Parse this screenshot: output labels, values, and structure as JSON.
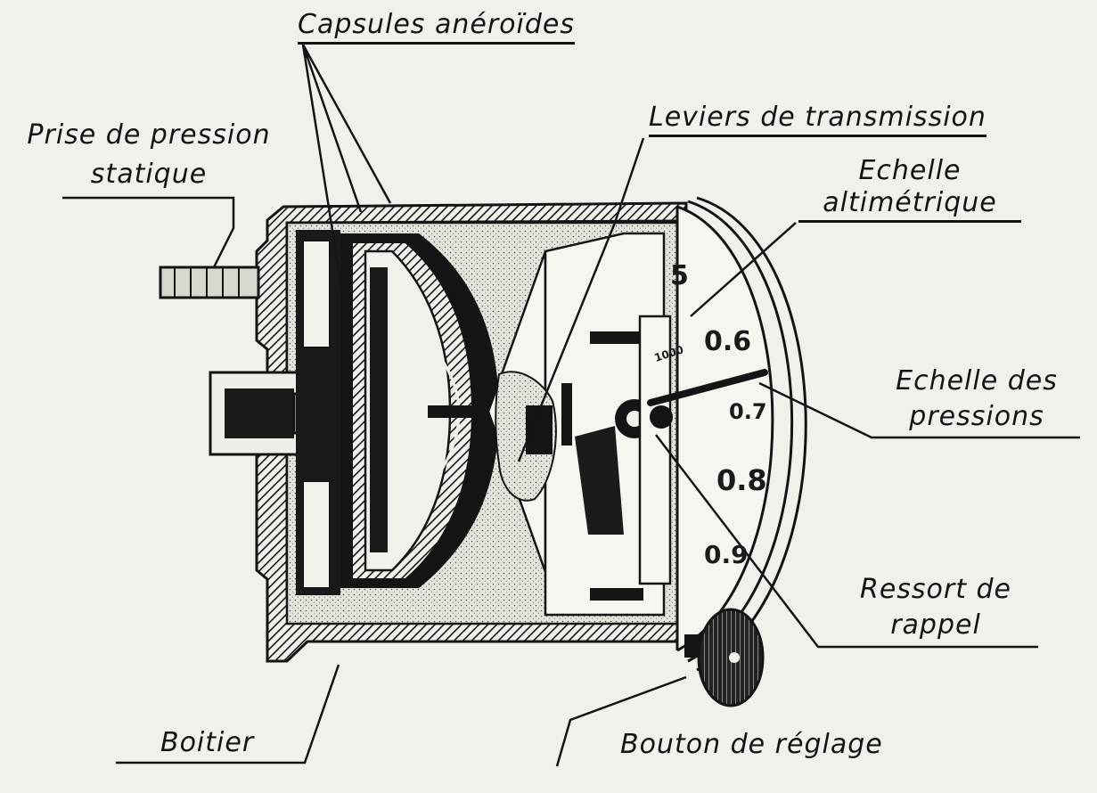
{
  "labels": {
    "capsules": "Capsules anéroïdes",
    "prise_line1": "Prise de pression",
    "prise_line2": "statique",
    "leviers": "Leviers de transmission",
    "echelle_alt_line1": "Echelle",
    "echelle_alt_line2": "altimétrique",
    "echelle_press_line1": "Echelle des",
    "echelle_press_line2": "pressions",
    "ressort_line1": "Ressort de",
    "ressort_line2": "rappel",
    "boitier": "Boitier",
    "bouton": "Bouton de réglage"
  },
  "dial": {
    "pressure_marks": [
      "0.6",
      "0.7",
      "0.8",
      "0.9"
    ],
    "top_mark": "5",
    "altitude_mark": "1000"
  },
  "colors": {
    "paper": "#f1f1ec",
    "ink": "#141414",
    "stipple": "#d9d9d2"
  }
}
